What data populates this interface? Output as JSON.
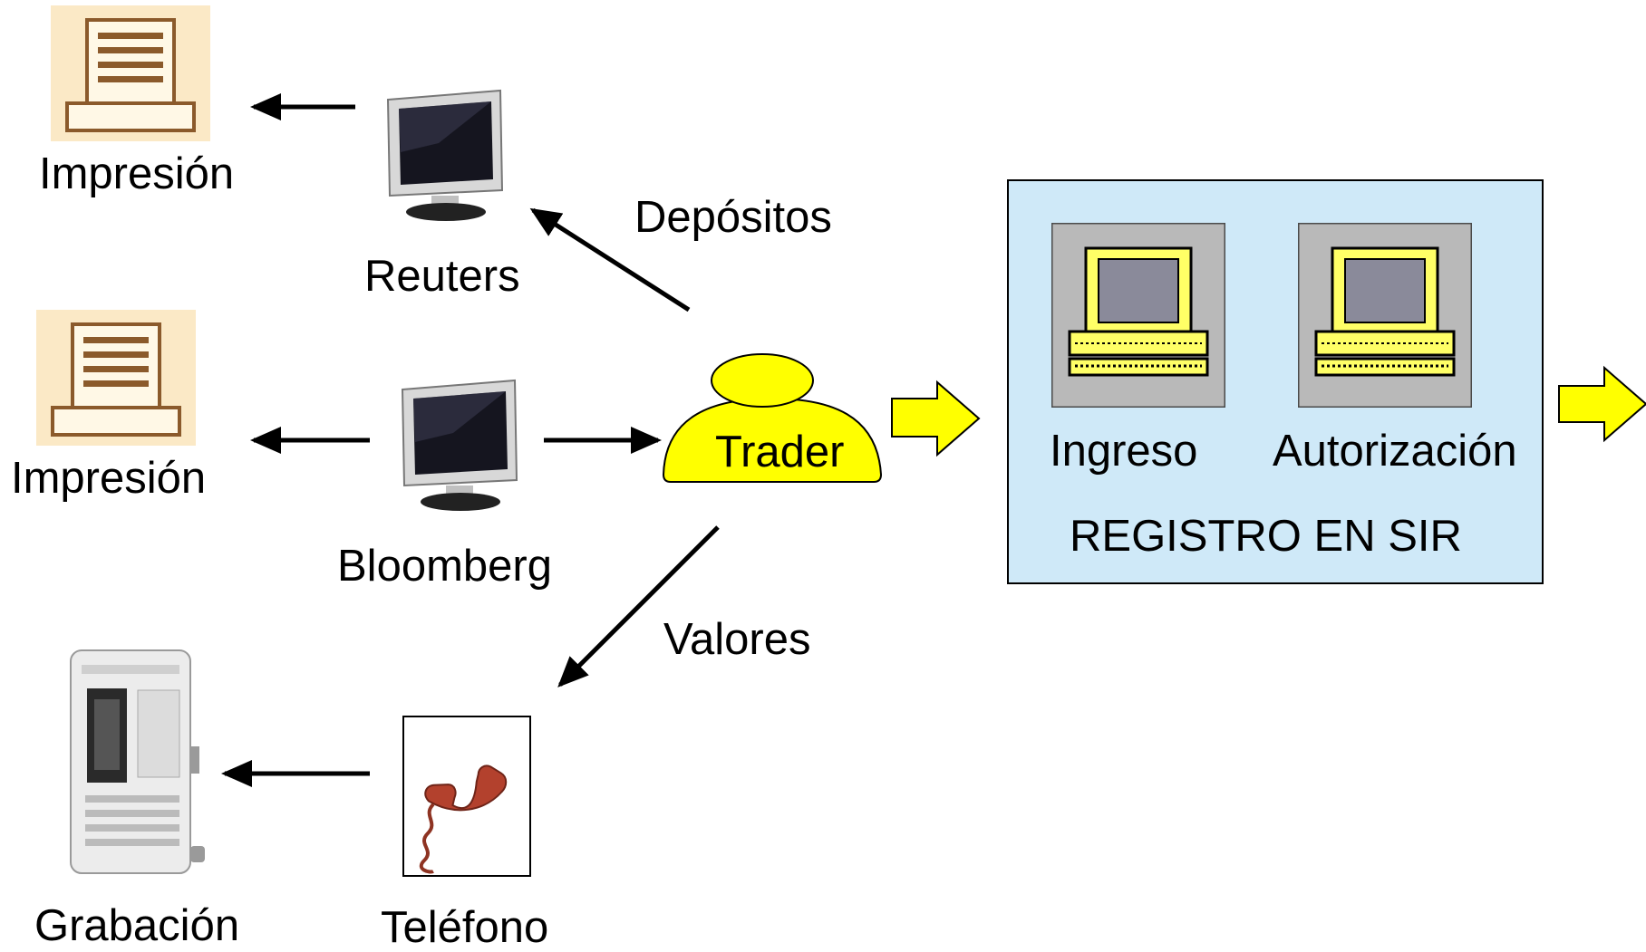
{
  "labels": {
    "impresion_1": "Impresión",
    "impresion_2": "Impresión",
    "reuters": "Reuters",
    "bloomberg": "Bloomberg",
    "depositos": "Depósitos",
    "trader": "Trader",
    "valores": "Valores",
    "grabacion": "Grabación",
    "telefono": "Teléfono",
    "ingreso": "Ingreso",
    "autorizacion": "Autorización",
    "registro": "REGISTRO EN SIR"
  },
  "colors": {
    "trader_fill": "#ffff00",
    "block_arrow_fill": "#ffff00",
    "sir_box_fill": "#cfe9f8",
    "printer_bg": "#fbe9c6",
    "printer_line": "#8b5a2b",
    "phone_red": "#b3412d"
  },
  "icons": {
    "printer": "printer-icon",
    "monitor": "monitor-icon",
    "phone": "phone-icon",
    "recorder": "recorder-icon",
    "computer": "computer-icon"
  }
}
